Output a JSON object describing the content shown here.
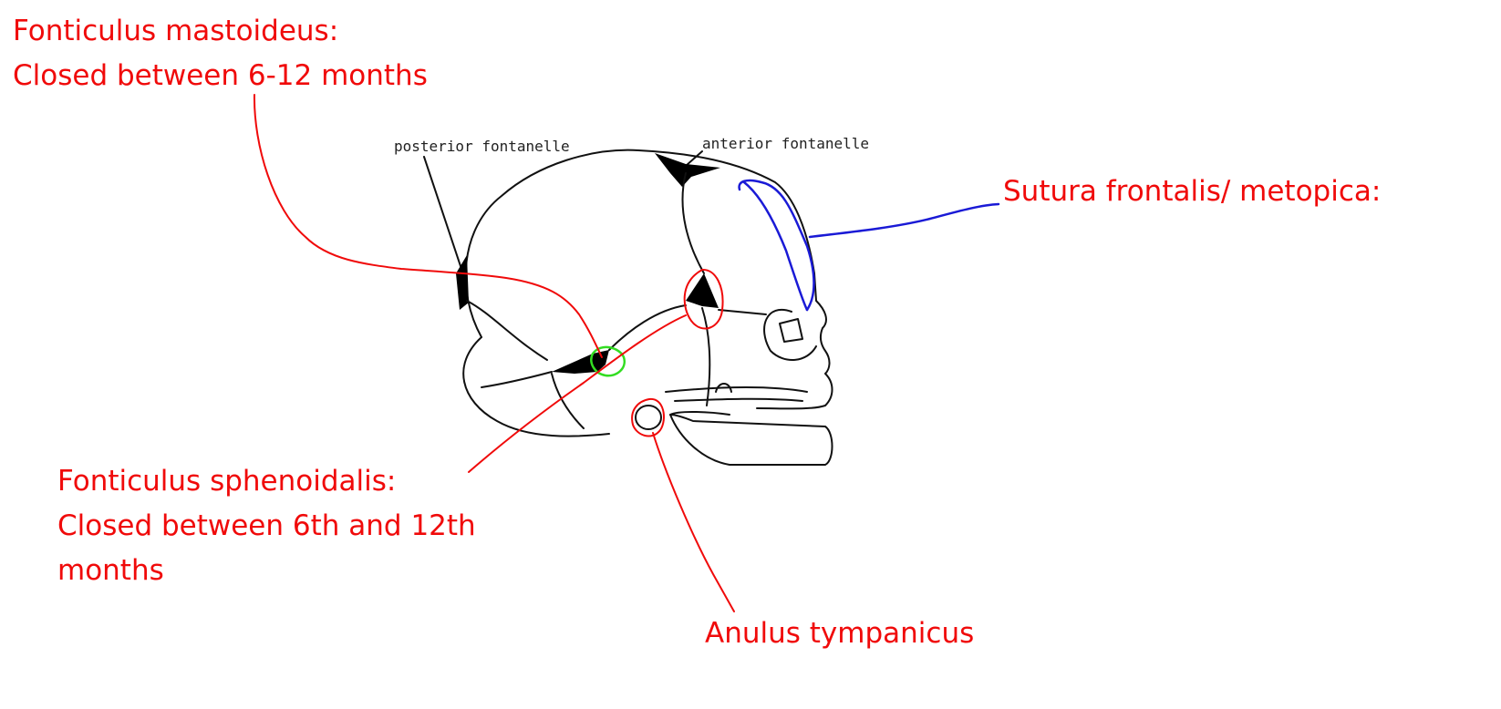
{
  "annotations": {
    "mastoid": {
      "line1": "Fonticulus mastoideus:",
      "line2": "Closed between 6-12 months"
    },
    "sphenoid": {
      "line1": "Fonticulus sphenoidalis:",
      "line2": "Closed between 6th and 12th",
      "line3": "months"
    },
    "tympanic": "Anulus tympanicus",
    "metopic": "Sutura frontalis/ metopica:"
  },
  "printed_labels": {
    "posterior": "posterior fontanelle",
    "anterior": "anterior fontanelle"
  },
  "colors": {
    "annotation_red": "#f00a0a",
    "suture_blue": "#1a1ad6",
    "highlight_green": "#33dd22",
    "line_art": "#111111"
  }
}
